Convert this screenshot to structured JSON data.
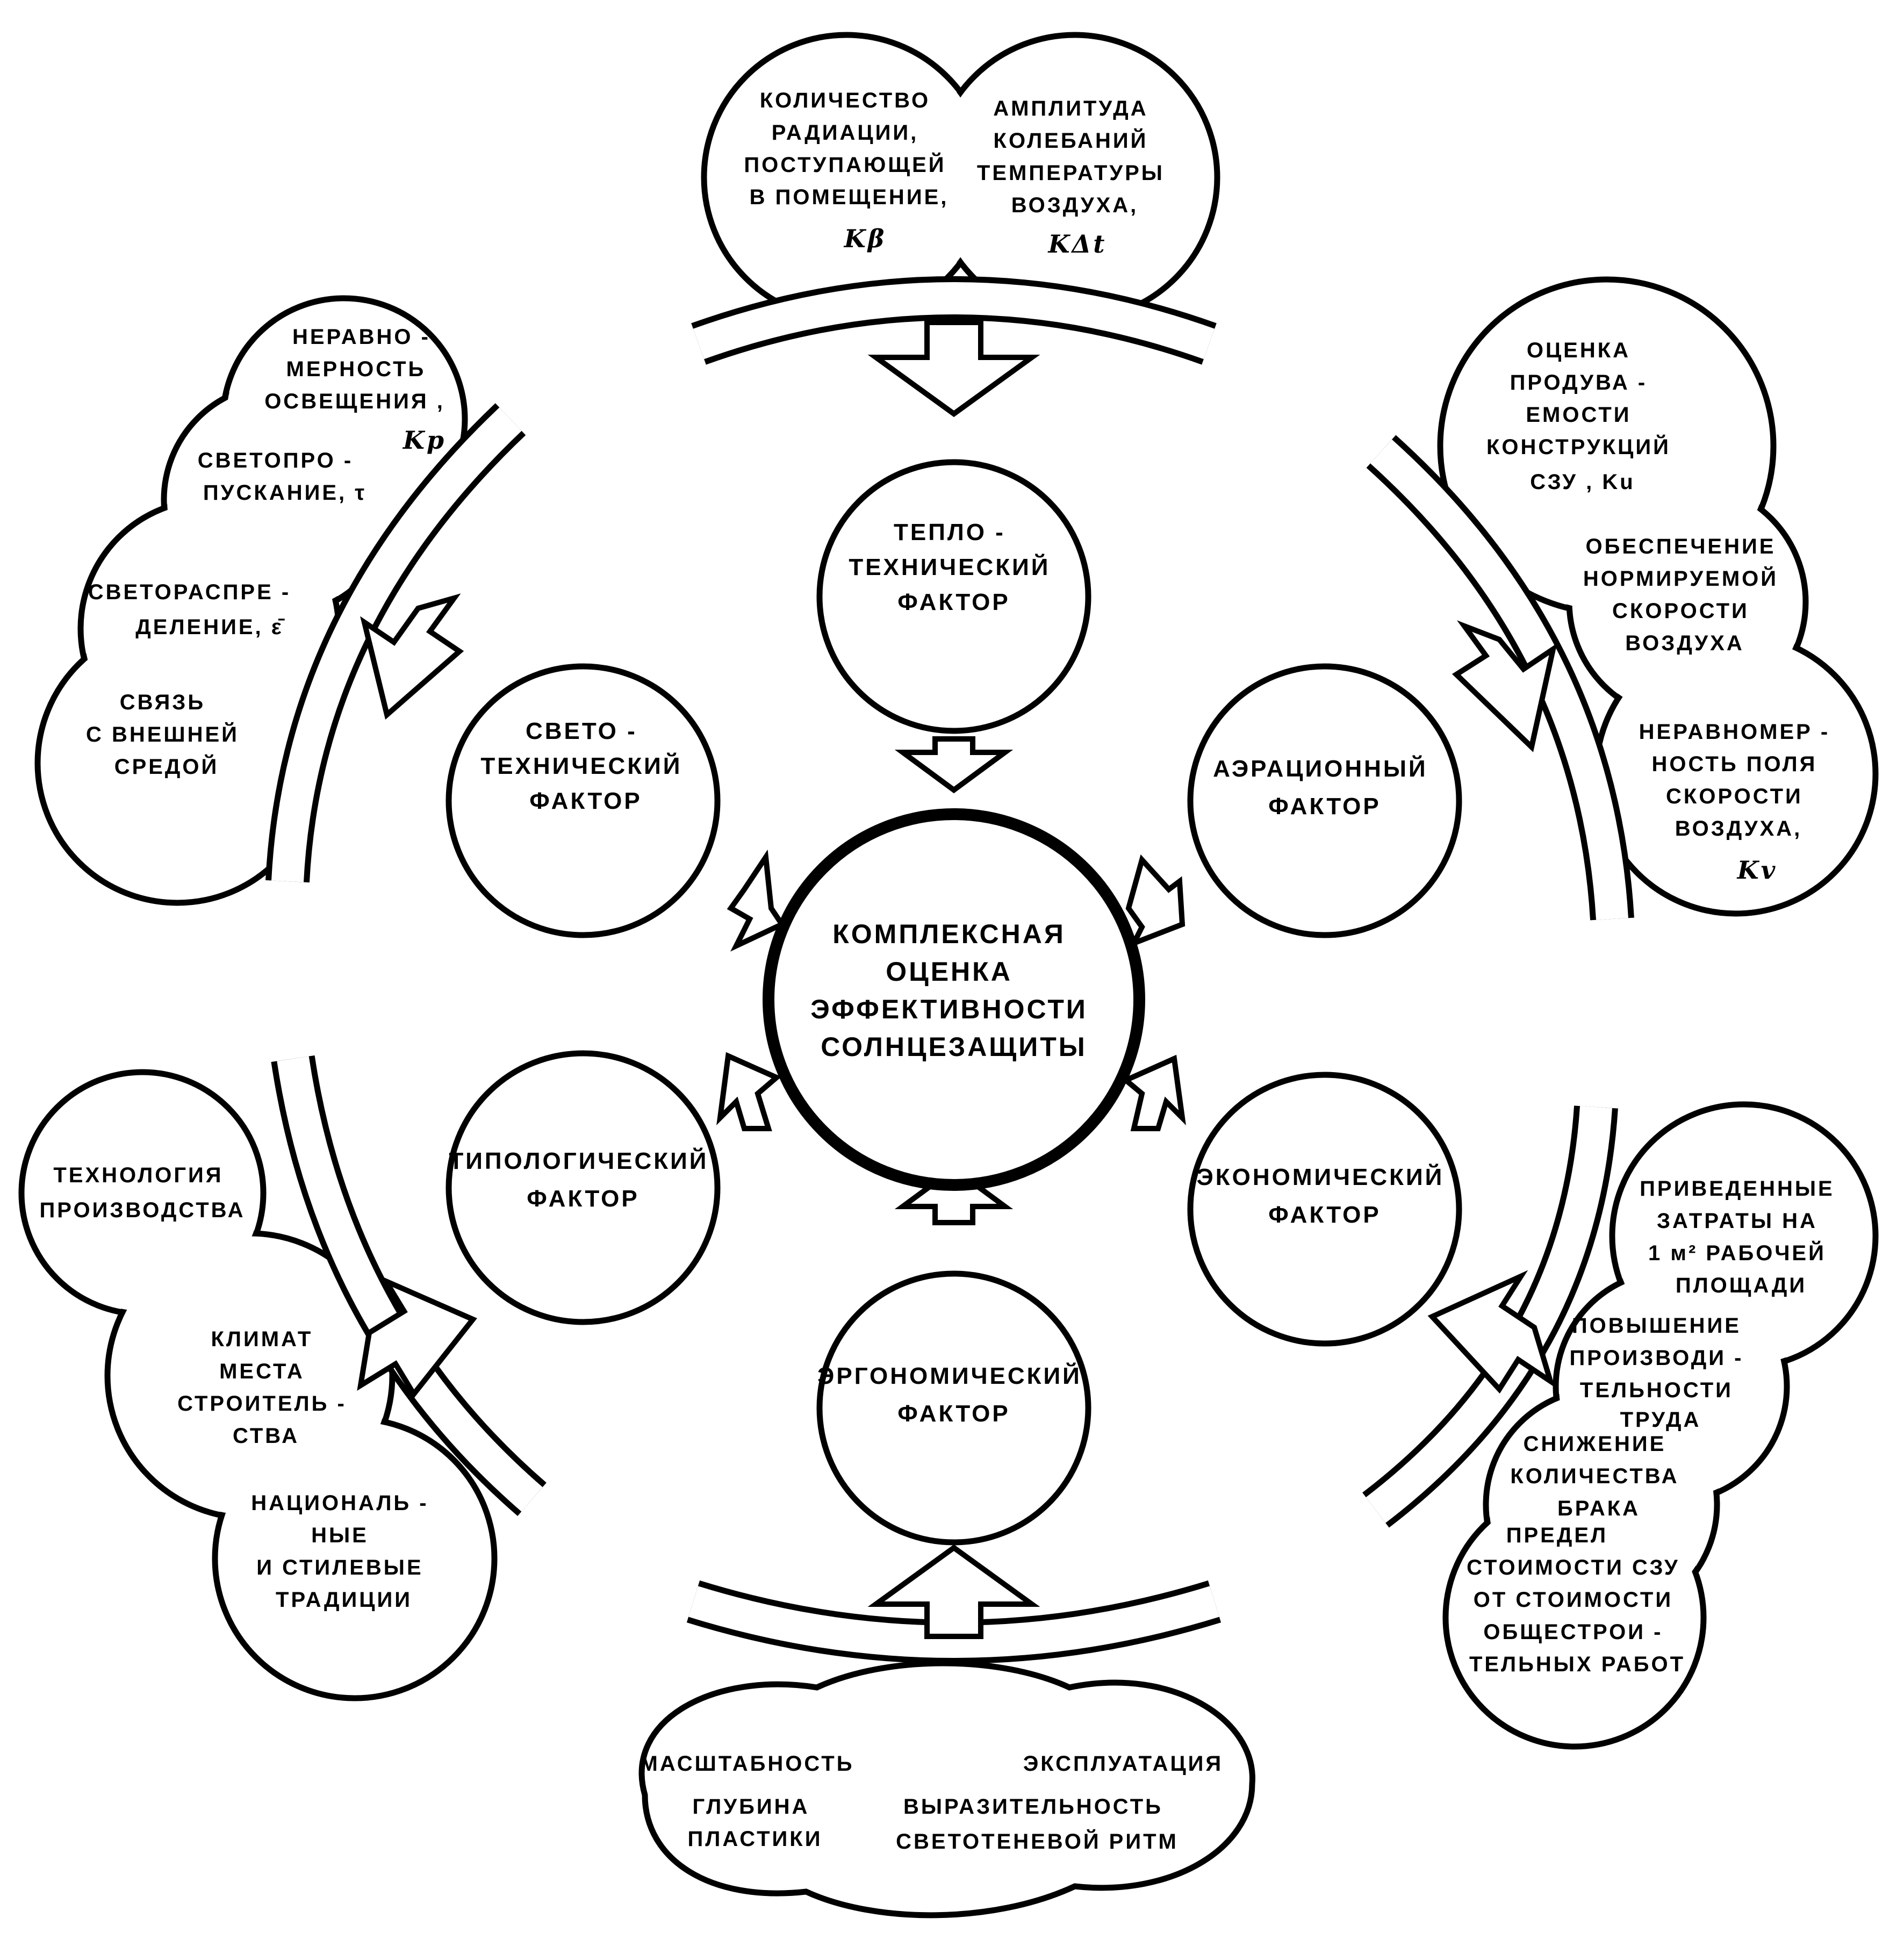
{
  "colors": {
    "ink": "#000000",
    "paper": "#ffffff"
  },
  "center": {
    "lines": [
      "КОМПЛЕКСНАЯ",
      "ОЦЕНКА",
      "ЭФФЕКТИВНОСТИ",
      "СОЛНЦЕЗАЩИТЫ"
    ]
  },
  "factors": {
    "thermal": {
      "lines": [
        "ТЕПЛО -",
        "ТЕХНИЧЕСКИЙ",
        "ФАКТОР"
      ]
    },
    "lighting": {
      "lines": [
        "СВЕТО -",
        "ТЕХНИЧЕСКИЙ",
        "ФАКТОР"
      ]
    },
    "aeration": {
      "lines": [
        "АЭРАЦИОННЫЙ",
        "ФАКТОР"
      ]
    },
    "typological": {
      "lines": [
        "ТИПОЛОГИЧЕСКИЙ",
        "ФАКТОР"
      ]
    },
    "economic": {
      "lines": [
        "ЭКОНОМИЧЕСКИЙ",
        "ФАКТОР"
      ]
    },
    "ergonomic": {
      "lines": [
        "ЭРГОНОМИЧЕСКИЙ",
        "ФАКТОР"
      ]
    }
  },
  "criteria": {
    "thermal": {
      "radiation": {
        "lines": [
          "КОЛИЧЕСТВО",
          "РАДИАЦИИ,",
          "ПОСТУПАЮЩЕЙ",
          "В ПОМЕЩЕНИЕ,"
        ],
        "symbol": "Kβ"
      },
      "temperature": {
        "lines": [
          "АМПЛИТУДА",
          "КОЛЕБАНИЙ",
          "ТЕМПЕРАТУРЫ",
          "ВОЗДУХА,"
        ],
        "symbol": "KΔt"
      }
    },
    "lighting": {
      "unevenness": {
        "lines": [
          "НЕРАВНО -",
          "МЕРНОСТЬ",
          "ОСВЕЩЕНИЯ ,"
        ],
        "symbol": "Kp"
      },
      "transmission": {
        "lines": [
          "СВЕТОПРО -",
          "ПУСКАНИЕ, τ"
        ]
      },
      "distribution": {
        "lines": [
          "СВЕТОРАСПРЕ -",
          "ДЕЛЕНИЕ, ε̄"
        ]
      },
      "outside_link": {
        "lines": [
          "СВЯЗЬ",
          "С ВНЕШНЕЙ",
          "СРЕДОЙ"
        ]
      }
    },
    "aeration": {
      "blow_through": {
        "lines": [
          "ОЦЕНКА",
          "ПРОДУВА -",
          "ЕМОСТИ",
          "КОНСТРУКЦИЙ",
          "СЗУ , Ku"
        ]
      },
      "air_speed": {
        "lines": [
          "ОБЕСПЕЧЕНИЕ",
          "НОРМИРУЕМОЙ",
          "СКОРОСТИ",
          "ВОЗДУХА"
        ]
      },
      "field_unevenness": {
        "lines": [
          "НЕРАВНОМЕР -",
          "НОСТЬ ПОЛЯ",
          "СКОРОСТИ",
          "ВОЗДУХА,"
        ],
        "symbol": "Kv"
      }
    },
    "typological": {
      "technology": {
        "lines": [
          "ТЕХНОЛОГИЯ",
          "ПРОИЗВОДСТВА"
        ]
      },
      "climate": {
        "lines": [
          "КЛИМАТ",
          "МЕСТА",
          "СТРОИТЕЛЬ -",
          "СТВА"
        ]
      },
      "traditions": {
        "lines": [
          "НАЦИОНАЛЬ -",
          "НЫЕ",
          "И СТИЛЕВЫЕ",
          "ТРАДИЦИИ"
        ]
      }
    },
    "economic": {
      "costs": {
        "lines": [
          "ПРИВЕДЕННЫЕ",
          "ЗАТРАТЫ НА",
          "1 м² РАБОЧЕЙ",
          "ПЛОЩАДИ"
        ]
      },
      "productivity": {
        "lines": [
          "ПОВЫШЕНИЕ",
          "ПРОИЗВОДИ -",
          "ТЕЛЬНОСТИ",
          "ТРУДА"
        ]
      },
      "defects": {
        "lines": [
          "СНИЖЕНИЕ",
          "КОЛИЧЕСТВА",
          "БРАКА"
        ]
      },
      "cost_limit": {
        "lines": [
          "ПРЕДЕЛ",
          "СТОИМОСТИ СЗУ",
          "ОТ СТОИМОСТИ",
          "ОБЩЕСТРОИ -",
          "ТЕЛЬНЫХ РАБОТ"
        ]
      }
    },
    "ergonomic": {
      "scale": {
        "lines": [
          "МАСШТАБНОСТЬ"
        ]
      },
      "operation": {
        "lines": [
          "ЭКСПЛУАТАЦИЯ"
        ]
      },
      "depth": {
        "lines": [
          "ГЛУБИНА",
          "ПЛАСТИКИ"
        ]
      },
      "expressiveness": {
        "lines": [
          "ВЫРАЗИТЕЛЬНОСТЬ",
          "СВЕТОТЕНЕВОЙ РИТМ"
        ]
      }
    }
  }
}
